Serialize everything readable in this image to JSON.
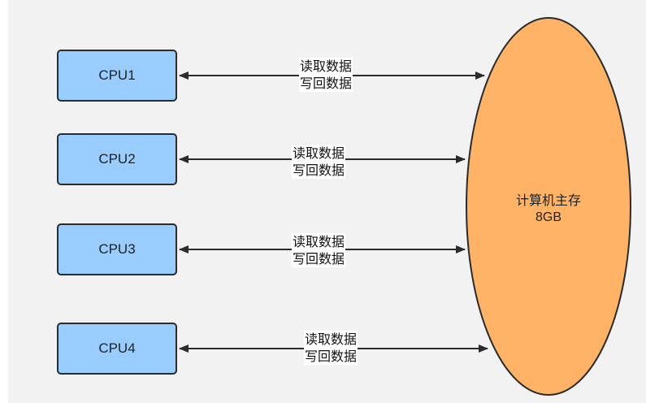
{
  "colors": {
    "cpu_fill": "#99ccff",
    "memory_fill": "#ffb366",
    "stroke": "#2b2b2b",
    "background": "#f2f2f2"
  },
  "cpus": [
    {
      "label": "CPU1"
    },
    {
      "label": "CPU2"
    },
    {
      "label": "CPU3"
    },
    {
      "label": "CPU4"
    }
  ],
  "links": [
    {
      "read": "读取数据",
      "write": "写回数据"
    },
    {
      "read": "读取数据",
      "write": "写回数据"
    },
    {
      "read": "读取数据",
      "write": "写回数据"
    },
    {
      "read": "读取数据",
      "write": "写回数据"
    }
  ],
  "memory": {
    "title": "计算机主存",
    "size": "8GB"
  }
}
